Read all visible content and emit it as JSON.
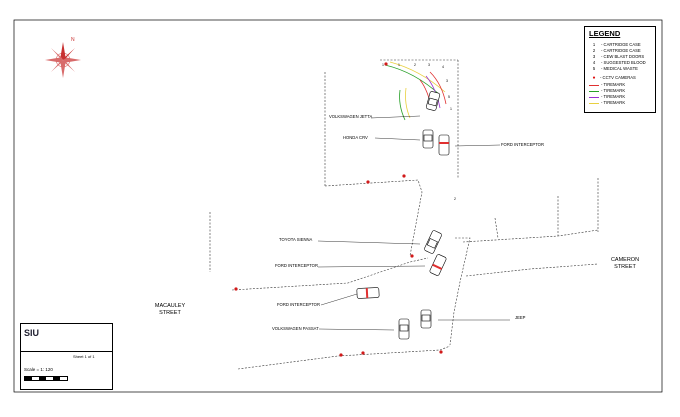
{
  "legend": {
    "title": "LEGEND",
    "items": [
      {
        "symbol": "1",
        "label": "- CARTRIDGE CASE"
      },
      {
        "symbol": "2",
        "label": "- CARTRIDGE CASE"
      },
      {
        "symbol": "3",
        "label": "- CEW BLAST DOORS"
      },
      {
        "symbol": "4",
        "label": "- SUGGESTED BLOOD"
      },
      {
        "symbol": "5",
        "label": "- MEDICAL WASTE"
      }
    ],
    "camera_label": "- CCTV CAMERAS",
    "tiremarks": [
      {
        "label": "- TIREMARK",
        "color": "#e03030"
      },
      {
        "label": "- TIREMARK",
        "color": "#28a028"
      },
      {
        "label": "- TIREMARK",
        "color": "#9a2ed0"
      },
      {
        "label": "- TIREMARK",
        "color": "#e8d040"
      }
    ]
  },
  "streets": {
    "west": "MACAULEY\nSTREET",
    "east": "CAMERON\nSTREET"
  },
  "vehicles": {
    "jetta": "VOLKSWAGEN JETTA",
    "crv": "HONDA CRV",
    "interceptor_north": "FORD INTERCEPTOR",
    "sienna": "TOYOTA SIENNA",
    "interceptor_mid": "FORD INTERCEPTOR",
    "interceptor_south": "FORD INTERCEPTOR",
    "passat": "VOLKSWAGEN PASSAT",
    "jeep": "JEEP"
  },
  "title_block": {
    "org": "SIU",
    "scale": "Scale = 1: 120",
    "sheet": "Sheet 1 of 1"
  },
  "colors": {
    "camera": "#d11a1a",
    "compass": "#c83030"
  }
}
